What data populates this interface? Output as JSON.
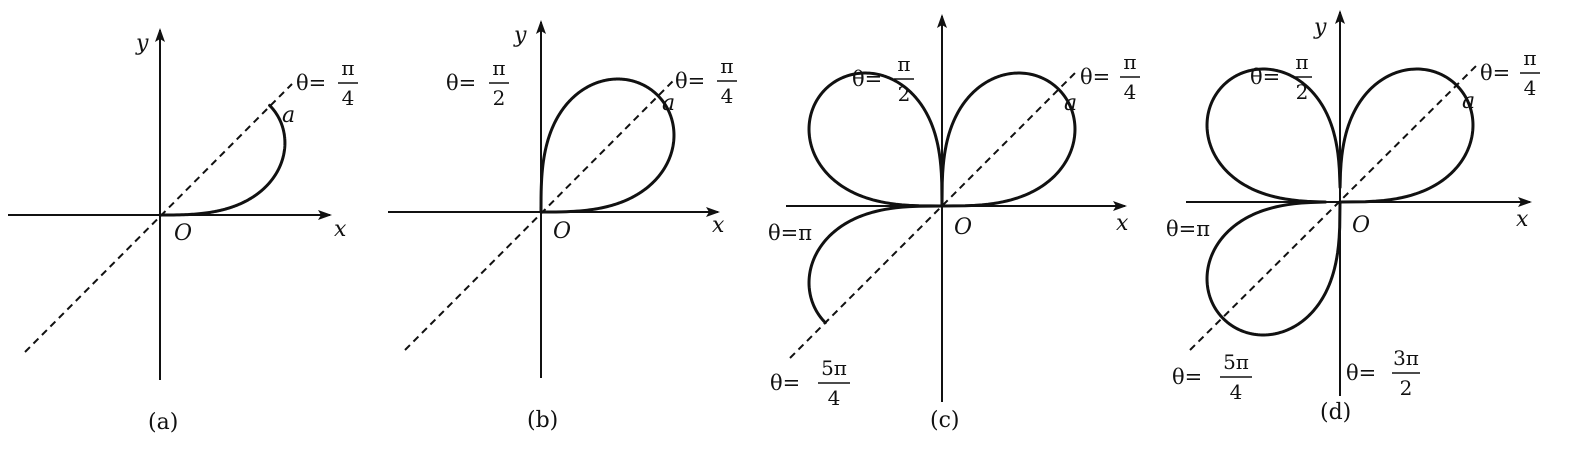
{
  "panels": [
    {
      "id": "a",
      "caption": "(a)",
      "x_label": "x",
      "y_label": "y",
      "origin_label": "O",
      "a_label": "a",
      "theta_max": 0.7854,
      "lines": [
        {
          "id": "pi4",
          "theta_text": "θ=",
          "numerator": "π",
          "denominator": "4"
        }
      ]
    },
    {
      "id": "b",
      "caption": "(b)",
      "x_label": "x",
      "y_label": "y",
      "origin_label": "O",
      "a_label": "a",
      "theta_max": 1.5708,
      "lines": [
        {
          "id": "pi2",
          "theta_text": "θ=",
          "numerator": "π",
          "denominator": "2"
        },
        {
          "id": "pi4",
          "theta_text": "θ=",
          "numerator": "π",
          "denominator": "4"
        }
      ]
    },
    {
      "id": "c",
      "caption": "(c)",
      "x_label": "x",
      "y_label": "",
      "origin_label": "O",
      "a_label": "a",
      "theta_max": 3.927,
      "lines": [
        {
          "id": "pi2",
          "theta_text": "θ=",
          "numerator": "π",
          "denominator": "2"
        },
        {
          "id": "pi4",
          "theta_text": "θ=",
          "numerator": "π",
          "denominator": "4"
        },
        {
          "id": "pi",
          "theta_text": "θ=π",
          "numerator": "",
          "denominator": ""
        },
        {
          "id": "5pi4",
          "theta_text": "θ=",
          "numerator": "5π",
          "denominator": "4"
        }
      ]
    },
    {
      "id": "d",
      "caption": "(d)",
      "x_label": "x",
      "y_label": "y",
      "origin_label": "O",
      "a_label": "a",
      "theta_max": 4.7124,
      "lines": [
        {
          "id": "pi2",
          "theta_text": "θ=",
          "numerator": "π",
          "denominator": "2"
        },
        {
          "id": "pi4",
          "theta_text": "θ=",
          "numerator": "π",
          "denominator": "4"
        },
        {
          "id": "pi",
          "theta_text": "θ=π",
          "numerator": "",
          "denominator": ""
        },
        {
          "id": "5pi4",
          "theta_text": "θ=",
          "numerator": "5π",
          "denominator": "4"
        },
        {
          "id": "3pi2",
          "theta_text": "θ=",
          "numerator": "3π",
          "denominator": "2"
        }
      ]
    }
  ]
}
